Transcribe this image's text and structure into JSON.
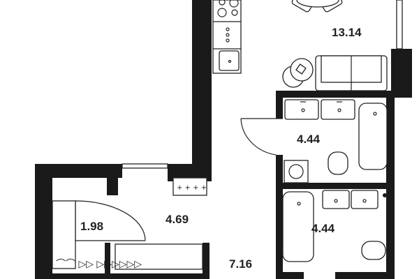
{
  "plan": {
    "rooms": [
      {
        "id": "living-kitchen",
        "area": "13.14"
      },
      {
        "id": "bathroom-1",
        "area": "4.44"
      },
      {
        "id": "hallway",
        "area": "4.69"
      },
      {
        "id": "wardrobe",
        "area": "1.98"
      },
      {
        "id": "bathroom-2",
        "area": "4.44"
      },
      {
        "id": "corridor",
        "area": "7.16"
      }
    ],
    "colors": {
      "wall": "#1a1a1a",
      "line": "#222222",
      "background": "#ffffff"
    }
  }
}
